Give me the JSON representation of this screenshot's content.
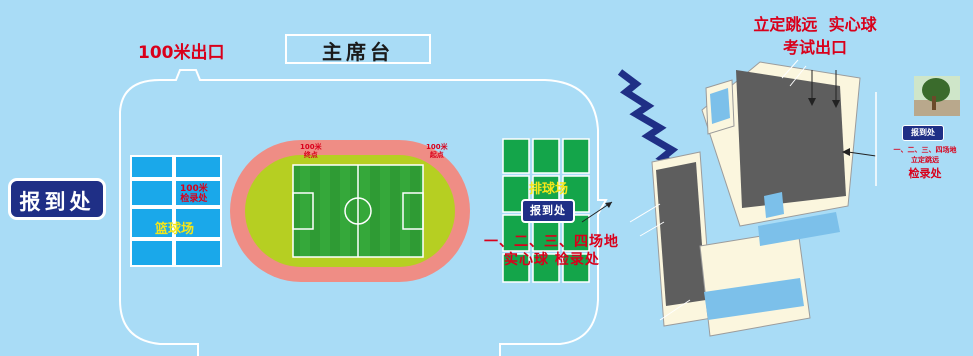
{
  "labels": {
    "exit_100m": "100米出口",
    "rostrum": "主席台",
    "checkin_left": "报到处",
    "basketball_court": "篮球场",
    "basketball_checkpoint": "100米\n检录处",
    "track_finish": "100米\n终点",
    "track_start": "100米\n起点",
    "volleyball_court": "排球场",
    "checkin_mid": "报到处",
    "venue_line1": "一、二、三、四场地",
    "venue_line2": "实心球 检录处",
    "building_exit_line1": "立定跳远  实心球",
    "building_exit_line2": "考试出口",
    "photo_checkin": "报到处",
    "photo_venue": "一、二、三、四场地",
    "photo_event": "立定跳远",
    "photo_checkpoint": "检录处"
  },
  "colors": {
    "background": "#a9dcf6",
    "accent_red": "#d9001b",
    "navy": "#1f2f86",
    "court_blue": "#1aa8ea",
    "court_green": "#14a54a",
    "track": "#ef8d85",
    "infield": "#b6cf22",
    "pitch": "#35a83a",
    "yellow": "#f4e61a"
  }
}
